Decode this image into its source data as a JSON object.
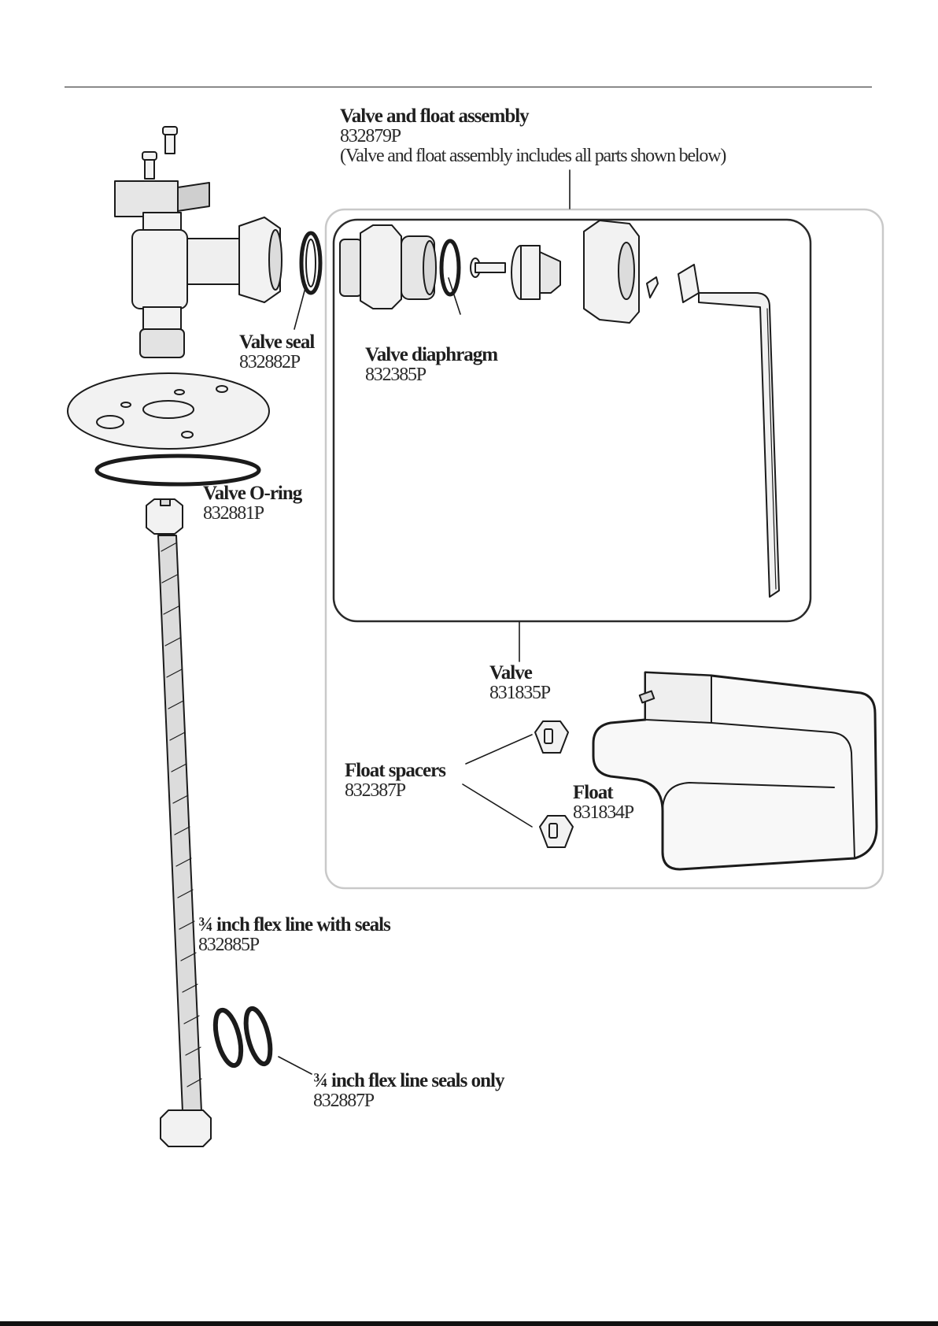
{
  "assembly": {
    "name": "Valve and float assembly",
    "part_number": "832879P",
    "note": "(Valve and float assembly includes all parts shown below)"
  },
  "parts": {
    "valve_seal": {
      "name": "Valve seal",
      "part_number": "832882P"
    },
    "valve_diaphragm": {
      "name": "Valve diaphragm",
      "part_number": "832385P"
    },
    "valve_oring": {
      "name": "Valve O-ring",
      "part_number": "832881P"
    },
    "valve": {
      "name": "Valve",
      "part_number": "831835P"
    },
    "float_spacers": {
      "name": "Float spacers",
      "part_number": "832387P"
    },
    "float": {
      "name": "Float",
      "part_number": "831834P"
    },
    "flex_line": {
      "name": "¾ inch flex line with seals",
      "part_number": "832885P"
    },
    "flex_seals": {
      "name": "¾ inch flex line seals only",
      "part_number": "832887P"
    }
  },
  "colors": {
    "stroke": "#1b1b1b",
    "frame": "#c9c9c9",
    "fill_light": "#f2f2f2",
    "fill_mid": "#d9d9d9"
  }
}
